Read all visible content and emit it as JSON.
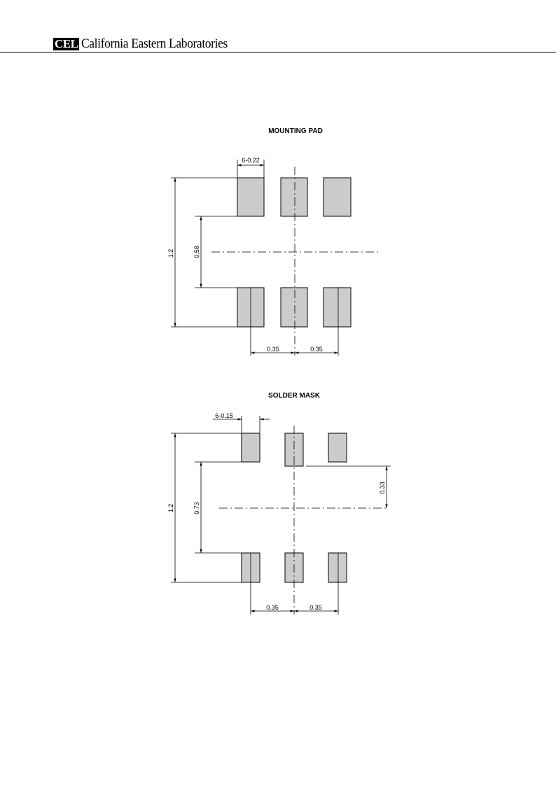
{
  "header": {
    "logo": "CEL",
    "company": "California Eastern Laboratories"
  },
  "mounting_pad": {
    "title": "MOUNTING PAD",
    "pad_width": "6-0.22",
    "overall_height": "1.2",
    "gap_height": "0.58",
    "pitch_left": "0.35",
    "pitch_right": "0.35"
  },
  "solder_mask": {
    "title": "SOLDER MASK",
    "pad_width": "6-0.15",
    "overall_height": "1.2",
    "gap_height": "0.73",
    "half_height": "0.33",
    "pitch_left": "0.35",
    "pitch_right": "0.35"
  }
}
